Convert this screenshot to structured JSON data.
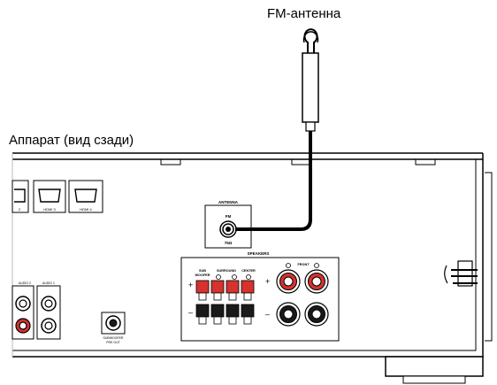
{
  "labels": {
    "fm_antenna": "FM-антенна",
    "device_rear": "Аппарат (вид сзади)"
  },
  "panel": {
    "hdmi_partial": "2",
    "hdmi3": "HDMI 3",
    "hdmi4": "HDMI 4",
    "antenna_title": "ANTENNA",
    "antenna_fm": "FM",
    "antenna_ohm": "75Ω",
    "speakers_title": "SPEAKERS",
    "sub_woofer_1": "SUB",
    "sub_woofer_2": "WOOFER",
    "surround": "SURROUND",
    "center": "CENTER",
    "front": "FRONT",
    "plus": "+",
    "minus": "–",
    "audio_2": "AUDIO 2",
    "audio_1": "AUDIO 1",
    "subwoofer_out_1": "SUBWOOFER",
    "subwoofer_out_2": "PRE OUT"
  },
  "colors": {
    "panel_line": "#000000",
    "speaker_red": "#d6322e",
    "terminal_black": "#1a1a1a"
  }
}
